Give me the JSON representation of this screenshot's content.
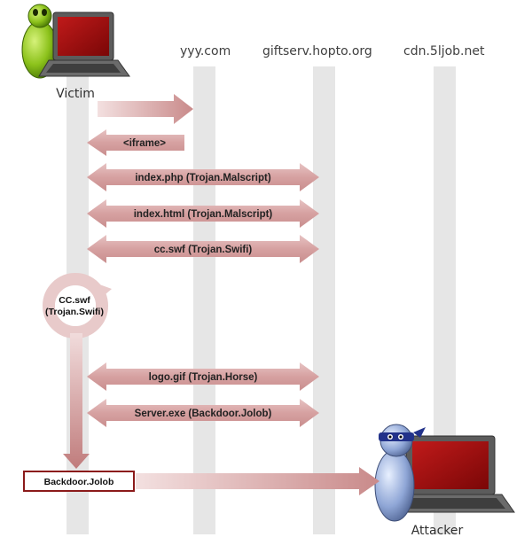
{
  "actors": {
    "victim": "Victim",
    "attacker": "Attacker"
  },
  "lanes": [
    "yyy.com",
    "giftserv.hopto.org",
    "cdn.5ljob.net"
  ],
  "messages": [
    {
      "id": "m1",
      "text": ""
    },
    {
      "id": "m2",
      "text": "<iframe>"
    },
    {
      "id": "m3",
      "text": "index.php (Trojan.Malscript)"
    },
    {
      "id": "m4",
      "text": "index.html (Trojan.Malscript)"
    },
    {
      "id": "m5",
      "text": "cc.swf (Trojan.Swifi)"
    },
    {
      "id": "m6",
      "text": "logo.gif (Trojan.Horse)"
    },
    {
      "id": "m7",
      "text": "Server.exe (Backdoor.Jolob)"
    }
  ],
  "loop": {
    "line1": "CC.swf",
    "line2": "(Trojan.Swifi)"
  },
  "backdoor": "Backdoor.Jolob",
  "colors": {
    "arrow": "#d9a9a9",
    "arrow_dark": "#b46a6a",
    "box_border": "#8b1a1a",
    "lane": "#e6e6e6"
  }
}
